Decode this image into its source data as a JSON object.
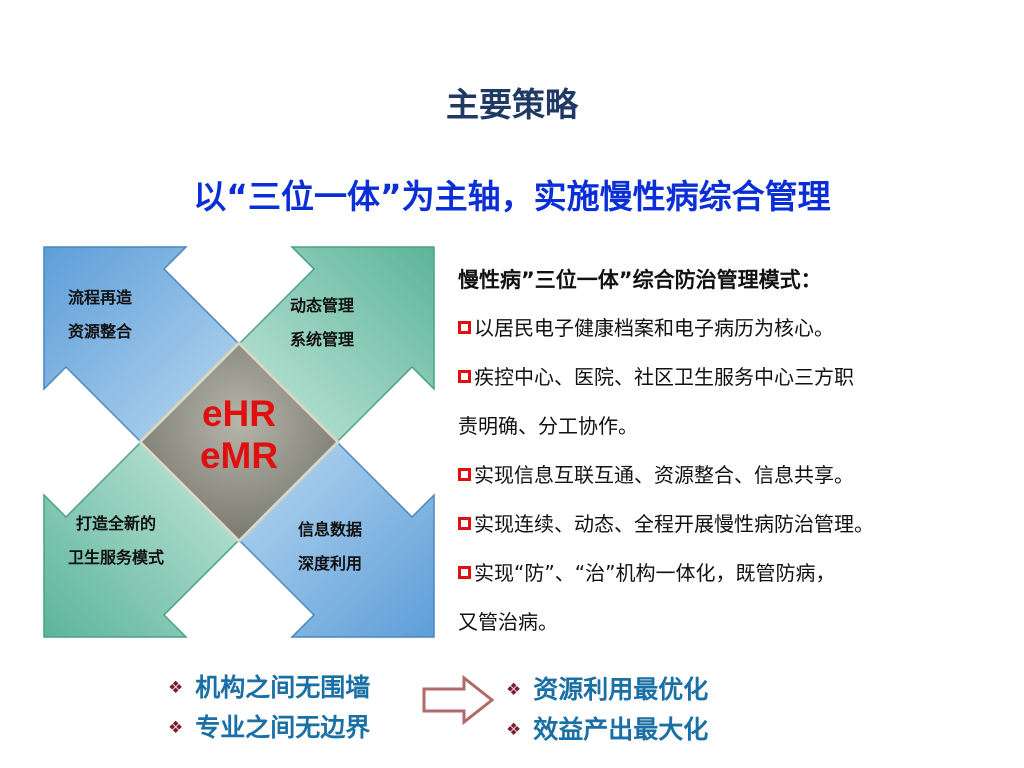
{
  "slide": {
    "title": "主要策略",
    "subtitle": "以“三位一体”为主轴，实施慢性病综合管理"
  },
  "diagram": {
    "core_lines": [
      "eHR",
      "eMR"
    ],
    "quadrants": {
      "top_left": [
        "流程再造",
        "资源整合"
      ],
      "top_right": [
        "动态管理",
        "系统管理"
      ],
      "bottom_left": [
        "打造全新的",
        "卫生服务模式"
      ],
      "bottom_right": [
        "信息数据",
        "深度利用"
      ]
    },
    "colors": {
      "blue_arrow": "#6aa8da",
      "green_arrow": "#6fc0a8",
      "core": "#8a8a80",
      "core_text": "#e01010"
    }
  },
  "panel": {
    "heading": "慢性病”三位一体”综合防治管理模式：",
    "bullets": [
      {
        "lines": [
          "以居民电子健康档案和电子病历为核心。"
        ]
      },
      {
        "lines": [
          "疾控中心、医院、社区卫生服务中心三方职",
          "责明确、分工协作。"
        ]
      },
      {
        "lines": [
          "实现信息互联互通、资源整合、信息共享。"
        ]
      },
      {
        "lines": [
          "实现连续、动态、全程开展慢性病防治管理。"
        ]
      },
      {
        "lines": [
          "实现“防”、“治”机构一体化，既管防病，",
          "又管治病。"
        ]
      }
    ],
    "bullet_color": "#e01010"
  },
  "outcomes": {
    "left": [
      "机构之间无围墙",
      "专业之间无边界"
    ],
    "right": [
      "资源利用最优化",
      "效益产出最大化"
    ],
    "marker": "❖",
    "arrow_icon": "right-hollow-arrow-icon"
  }
}
